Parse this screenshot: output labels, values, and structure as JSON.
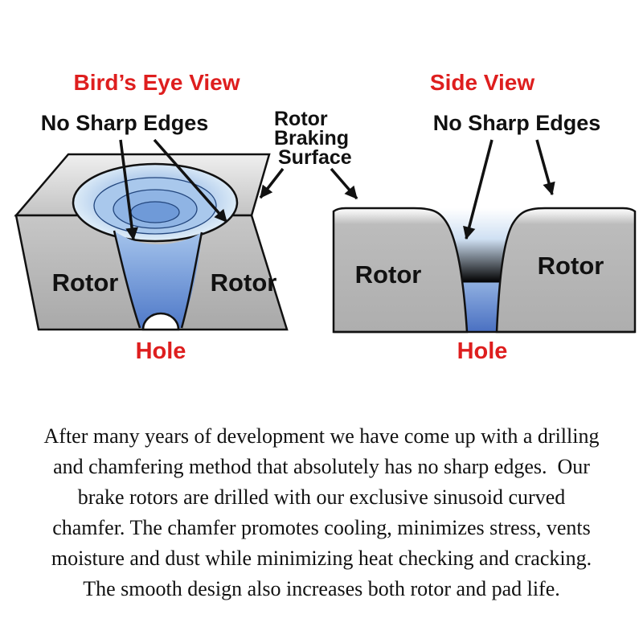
{
  "colors": {
    "heading_red": "#de1e1e",
    "text_black": "#111111",
    "rotor_gray": "#b5b5b5",
    "top_face_gray": "#d8d8d8",
    "hole_blue_light": "#dceefb",
    "hole_blue_deep": "#4a70c2",
    "background": "#ffffff"
  },
  "birds_eye": {
    "title": "Bird’s Eye View",
    "no_sharp_edges_label": "No Sharp Edges",
    "rotor_left_label": "Rotor",
    "rotor_right_label": "Rotor",
    "hole_label": "Hole"
  },
  "side_view": {
    "title": "Side View",
    "no_sharp_edges_label": "No Sharp Edges",
    "rotor_left_label": "Rotor",
    "rotor_right_label": "Rotor",
    "hole_label": "Hole"
  },
  "braking_surface_label": {
    "line1": "Rotor",
    "line2": "Braking",
    "line3": "Surface"
  },
  "description_lines": [
    "After many years of development we have come up with a drilling",
    "and chamfering method that absolutely has no sharp edges.  Our",
    "brake rotors are drilled with our exclusive sinusoid curved",
    "chamfer. The chamfer promotes cooling, minimizes stress, vents",
    "moisture and dust while minimizing heat checking and cracking.",
    "The smooth design also increases both rotor and pad life."
  ]
}
